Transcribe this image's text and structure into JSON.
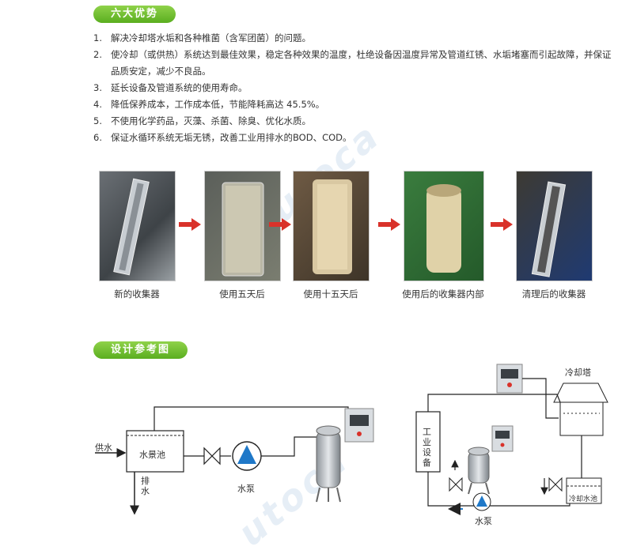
{
  "section1": {
    "title": "六大优势",
    "items": [
      {
        "num": "1.",
        "text": "解决冷却塔水垢和各种椎菌（含军团菌）的问题。"
      },
      {
        "num": "2.",
        "text": "使冷却（或供热）系统达到最佳效果，稳定各种效果的温度，杜绝设备因温度异常及管道红锈、水垢堵塞而引起故障，并保证品质安定，减少不良品。"
      },
      {
        "num": "3.",
        "text": "延长设备及管道系统的使用寿命。"
      },
      {
        "num": "4.",
        "text": "降低保养成本，工作成本低，节能降耗高达 45.5%。"
      },
      {
        "num": "5.",
        "text": "不使用化学药品，灭藻、杀菌、除臭、优化水质。"
      },
      {
        "num": "6.",
        "text": "保证水循环系统无垢无锈，改善工业用排水的BOD、COD。"
      }
    ]
  },
  "photos": {
    "captions": [
      "新的收集器",
      "使用五天后",
      "使用十五天后",
      "使用后的收集器内部",
      "清理后的收集器"
    ]
  },
  "section2": {
    "title": "设计参考图",
    "left": {
      "supply": "供水",
      "pool": "水景池",
      "drain": "排水",
      "pump": "水泵"
    },
    "right": {
      "tower": "冷却塔",
      "equipment": "工业设备",
      "pump": "水泵",
      "tank": "冷却水池"
    }
  },
  "colors": {
    "tag_green": "#6cbf2c",
    "arrow_red": "#d9322a",
    "pump_blue": "#1f78c8"
  }
}
